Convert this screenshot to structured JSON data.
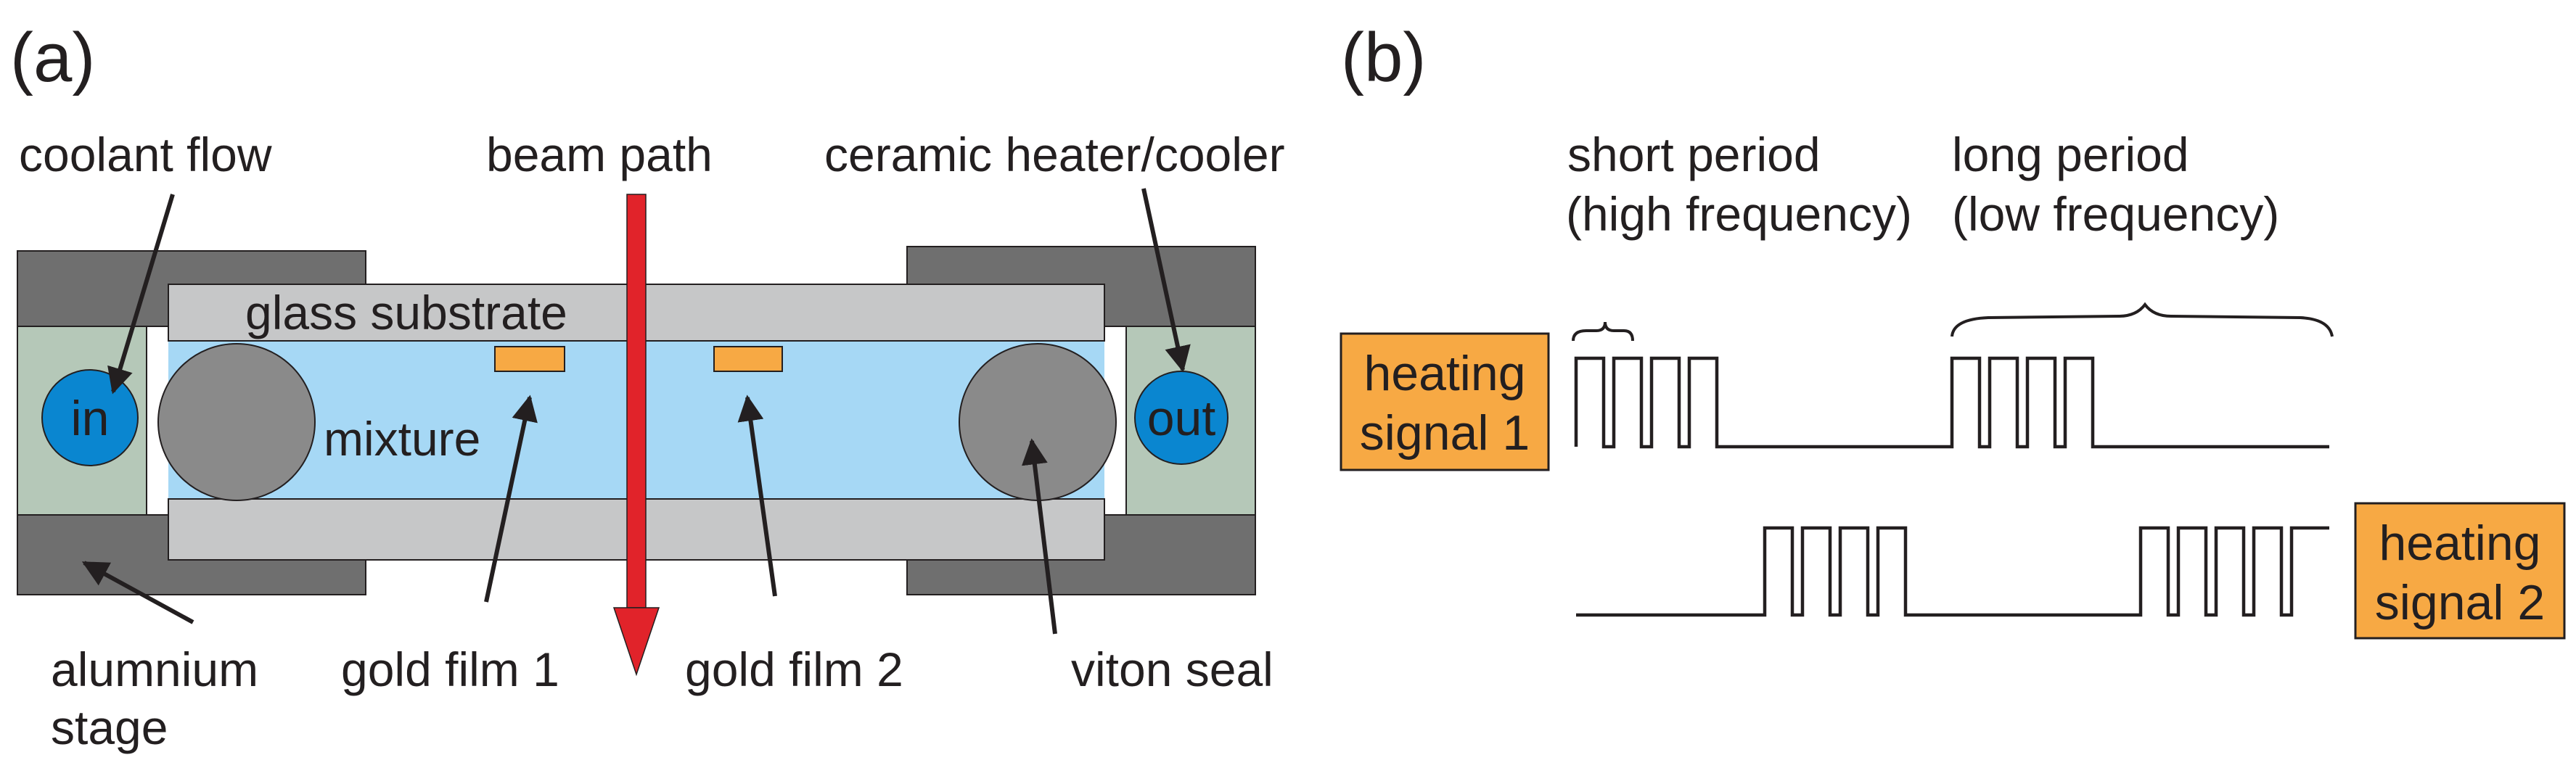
{
  "panels": {
    "a": "(a)",
    "b": "(b)"
  },
  "labels": {
    "coolant_flow": "coolant flow",
    "beam_path": "beam path",
    "ceramic": "ceramic heater/cooler",
    "glass": "glass substrate",
    "mixture": "mixture",
    "in": "in",
    "out": "out",
    "stage_line1": "alumnium",
    "stage_line2": "stage",
    "gold1": "gold film 1",
    "gold2": "gold film 2",
    "viton": "viton seal"
  },
  "signals": {
    "short_line1": "short period",
    "short_line2": "(high frequency)",
    "long_line1": "long period",
    "long_line2": "(low frequency)",
    "signal1_line1": "heating",
    "signal1_line2": "signal 1",
    "signal2_line1": "heating",
    "signal2_line2": "signal 2"
  },
  "colors": {
    "stage": "#6f6f6f",
    "glass": "#c6c7c8",
    "mixture": "#a6d8f5",
    "coolant_box": "#b5c8b8",
    "coolant": "#0a86d0",
    "seal": "#8a8a8a",
    "gold": "#f7a944",
    "beam": "#e1232a",
    "signal_box": "#f7a944"
  }
}
